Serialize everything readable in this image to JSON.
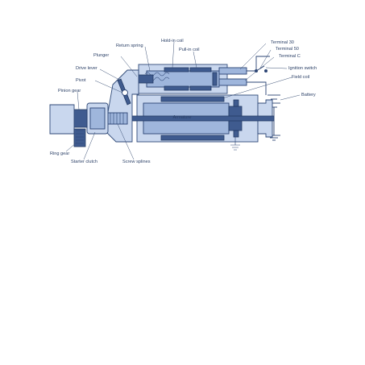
{
  "labels": {
    "return_spring": "Return spring",
    "hold_in_coil": "Hold-in coil",
    "pull_in_coil": "Pull-in coil",
    "plunger": "Plunger",
    "drive_lever": "Drive lever",
    "pivot": "Pivot",
    "pinion_gear": "Pinion gear",
    "terminal_30": "Terminal 30",
    "terminal_50": "Terminal 50",
    "terminal_c": "Terminal C",
    "ignition_switch": "Ignition switch",
    "field_coil": "Field coil",
    "battery": "Battery",
    "armature": "Armature",
    "ring_gear": "Ring gear",
    "starter_clutch": "Starter clutch",
    "screw_splines": "Screw splines"
  },
  "colors": {
    "ink": "#2b4474",
    "body": "#c9d7ee",
    "mid": "#9fb6dc",
    "dark": "#3f5b8f",
    "label": "#2a3f66"
  }
}
